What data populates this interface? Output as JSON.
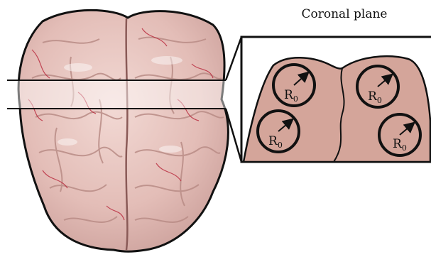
{
  "title": "Coronal plane",
  "colors": {
    "brain_tissue": "#e6c4bf",
    "brain_shadow": "#c99d98",
    "vessel": "#b8263a",
    "slice_fill": "#d4a59a",
    "outline": "#111111"
  },
  "specimen": {
    "name": "brain-photo",
    "icon": "brain-illustration"
  },
  "circles": [
    {
      "name": "circle-top-left",
      "label_main": "R",
      "label_sub": "0"
    },
    {
      "name": "circle-top-right",
      "label_main": "R",
      "label_sub": "0"
    },
    {
      "name": "circle-bottom-left",
      "label_main": "R",
      "label_sub": "0"
    },
    {
      "name": "circle-bottom-right",
      "label_main": "R",
      "label_sub": "0"
    }
  ]
}
